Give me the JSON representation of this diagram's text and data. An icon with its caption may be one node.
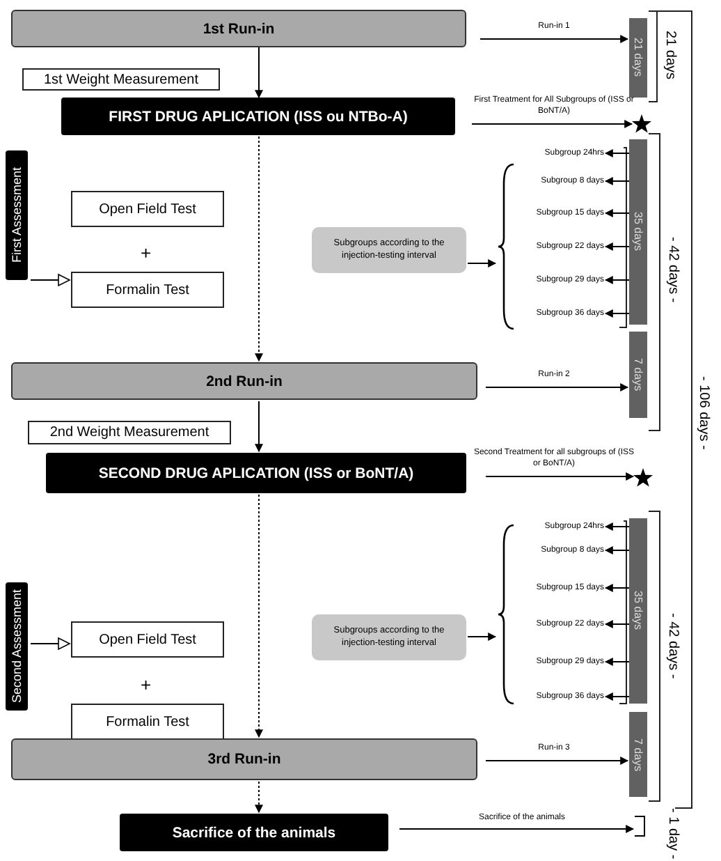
{
  "diagram": {
    "nodes": [
      {
        "text": [
          "1st Run-in"
        ]
      },
      {
        "text": [
          "1st Weight Measurement"
        ]
      },
      {
        "text": [
          "FIRST DRUG APLICATION (ISS ou NTBo-A)"
        ]
      },
      {
        "text": [
          "First Assessment"
        ]
      },
      {
        "text": [
          "Open Field Test"
        ]
      },
      {
        "text": [
          "Formalin Test"
        ]
      },
      {
        "text": [
          "Subgroups according to the injection-testing interval"
        ]
      },
      {
        "text": [
          "2nd Run-in"
        ]
      },
      {
        "text": [
          "2nd Weight Measurement"
        ]
      },
      {
        "text": [
          "SECOND DRUG APLICATION (ISS or BoNT/A)"
        ]
      },
      {
        "text": [
          "Second Assessment"
        ]
      },
      {
        "text": [
          "Open Field Test"
        ]
      },
      {
        "text": [
          "Formalin Test"
        ]
      },
      {
        "text": [
          "Subgroups according to the injection-testing interval"
        ]
      },
      {
        "text": [
          "3rd Run-in"
        ]
      },
      {
        "text": [
          "Sacrifice of the animals"
        ]
      },
      {
        "text": [
          "21 days"
        ]
      },
      {
        "text": [],
        "shape": "star"
      },
      {
        "text": [
          "35 days"
        ]
      },
      {
        "text": [
          "Subgroup 24hrs"
        ]
      },
      {
        "text": [
          "Subgroup 8 days"
        ]
      },
      {
        "text": [
          "Subgroup 15 days"
        ]
      },
      {
        "text": [
          "Subgroup 22 days"
        ]
      },
      {
        "text": [
          "Subgroup 29 days"
        ]
      },
      {
        "text": [
          "Subgroup 36 days"
        ]
      },
      {
        "text": [
          "7 days"
        ]
      },
      {
        "text": [],
        "shape": "star"
      },
      {
        "text": [
          "35 days"
        ]
      },
      {
        "text": [
          "Subgroup 24hrs"
        ]
      },
      {
        "text": [
          "Subgroup 8 days"
        ]
      },
      {
        "text": [
          "Subgroup 15 days"
        ]
      },
      {
        "text": [
          "Subgroup 22 days"
        ]
      },
      {
        "text": [
          "Subgroup 29 days"
        ]
      },
      {
        "text": [
          "Subgroup 36 days"
        ]
      },
      {
        "text": [
          "7 days"
        ]
      },
      {
        "text": [],
        "shape": "brace"
      },
      {
        "text": [],
        "shape": "brace"
      },
      {
        "text": [],
        "shape": "bracket"
      }
    ],
    "edges": [
      {
        "from": 0,
        "to": 16,
        "arrow": "to",
        "label": "Run-in 1"
      },
      {
        "from": 0,
        "to": 2,
        "arrow": "to"
      },
      {
        "from": 2,
        "to": 17,
        "arrow": "to",
        "label": "First Treatment for All Subgroups of (ISS or BoNT/A)"
      },
      {
        "from": 3,
        "to": 5,
        "arrow": "to"
      },
      {
        "from": 6,
        "to": 35,
        "arrow": "to"
      },
      {
        "from": 18,
        "to": 19,
        "arrow": "to"
      },
      {
        "from": 18,
        "to": 20,
        "arrow": "to"
      },
      {
        "from": 18,
        "to": 21,
        "arrow": "to"
      },
      {
        "from": 18,
        "to": 22,
        "arrow": "to"
      },
      {
        "from": 18,
        "to": 23,
        "arrow": "to"
      },
      {
        "from": 18,
        "to": 24,
        "arrow": "to"
      },
      {
        "from": 2,
        "to": 7,
        "arrow": "to",
        "style": "dashed"
      },
      {
        "from": 7,
        "to": 25,
        "arrow": "to",
        "label": "Run-in 2"
      },
      {
        "from": 7,
        "to": 9,
        "arrow": "to"
      },
      {
        "from": 9,
        "to": 26,
        "arrow": "to",
        "label": "Second Treatment for all subgroups of (ISS or BoNT/A)"
      },
      {
        "from": 10,
        "to": 11,
        "arrow": "to"
      },
      {
        "from": 13,
        "to": 36,
        "arrow": "to"
      },
      {
        "from": 27,
        "to": 28,
        "arrow": "to"
      },
      {
        "from": 27,
        "to": 29,
        "arrow": "to"
      },
      {
        "from": 27,
        "to": 30,
        "arrow": "to"
      },
      {
        "from": 27,
        "to": 31,
        "arrow": "to"
      },
      {
        "from": 27,
        "to": 32,
        "arrow": "to"
      },
      {
        "from": 27,
        "to": 33,
        "arrow": "to"
      },
      {
        "from": 9,
        "to": 14,
        "arrow": "to",
        "style": "dashed"
      },
      {
        "from": 14,
        "to": 34,
        "arrow": "to",
        "label": "Run-in 3"
      },
      {
        "from": 14,
        "to": 15,
        "arrow": "to",
        "style": "dashed"
      },
      {
        "from": 15,
        "to": 37,
        "arrow": "to",
        "label": "Sacrifice of the animals"
      }
    ],
    "labels": [
      "+",
      "21 days",
      "- 42 days -",
      "- 106 days -",
      "+",
      "- 42 days -",
      "- 1 day -"
    ]
  }
}
